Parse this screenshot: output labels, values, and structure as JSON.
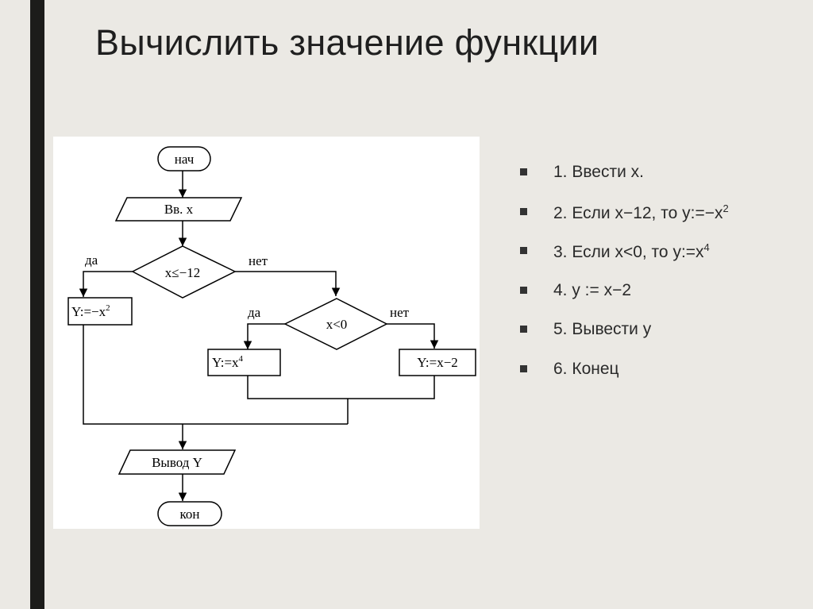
{
  "slide": {
    "title": "Вычислить значение функции"
  },
  "flowchart": {
    "start": "нач",
    "input": "Вв. x",
    "cond1": "x≤−12",
    "yes1": "да",
    "no1": "нет",
    "assign1": "Y:=−x",
    "assign1_exp": "2",
    "cond2": "x<0",
    "yes2": "да",
    "no2": "нет",
    "assign2": "Y:=x",
    "assign2_exp": "4",
    "assign3": "Y:=x−2",
    "output": "Вывод Y",
    "end": "кон"
  },
  "steps": [
    {
      "text": "1. Ввести x."
    },
    {
      "text": "2. Если x−12, то y:=−x",
      "sup": "2"
    },
    {
      "text": "3. Если x<0, то y:=x",
      "sup": "4"
    },
    {
      "text": "4. y := x−2"
    },
    {
      "text": "5. Вывести y"
    },
    {
      "text": "6. Конец"
    }
  ]
}
